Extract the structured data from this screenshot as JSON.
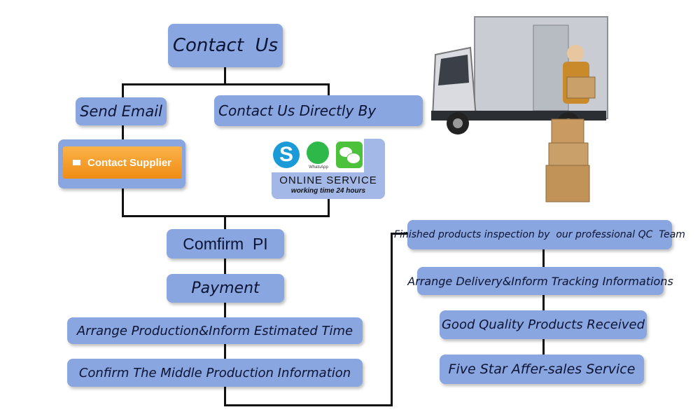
{
  "nodes": {
    "contact_us": "Contact  Us",
    "send_email": "Send Email",
    "contact_directly": "Contact Us Directly By",
    "contact_supplier": "Contact Supplier",
    "online_service": "ONLINE SERVICE",
    "working_time": "working time 24 hours",
    "whatsapp_label": "WhatsApp",
    "confirm_pi": "Comfirm  PI",
    "payment": "Payment",
    "arrange_production": "Arrange Production&Inform Estimated Time",
    "middle_production": "Confirm The Middle Production Information",
    "qc_inspection": "Finished products inspection by  our professional QC  Team",
    "arrange_delivery": "Arrange Delivery&Inform Tracking Informations",
    "products_received": "Good Quality Products Received",
    "after_sales": "Five Star Affer-sales Service"
  },
  "colors": {
    "box_fill": "#8aa6e0",
    "line": "#111111",
    "supplier_button": "#f39a1e",
    "skype": "#1a9bd7",
    "whatsapp": "#2fb84a",
    "wechat": "#4cc13b"
  },
  "icons": [
    "mail-icon",
    "skype-icon",
    "whatsapp-icon",
    "wechat-icon",
    "delivery-truck-illustration"
  ]
}
